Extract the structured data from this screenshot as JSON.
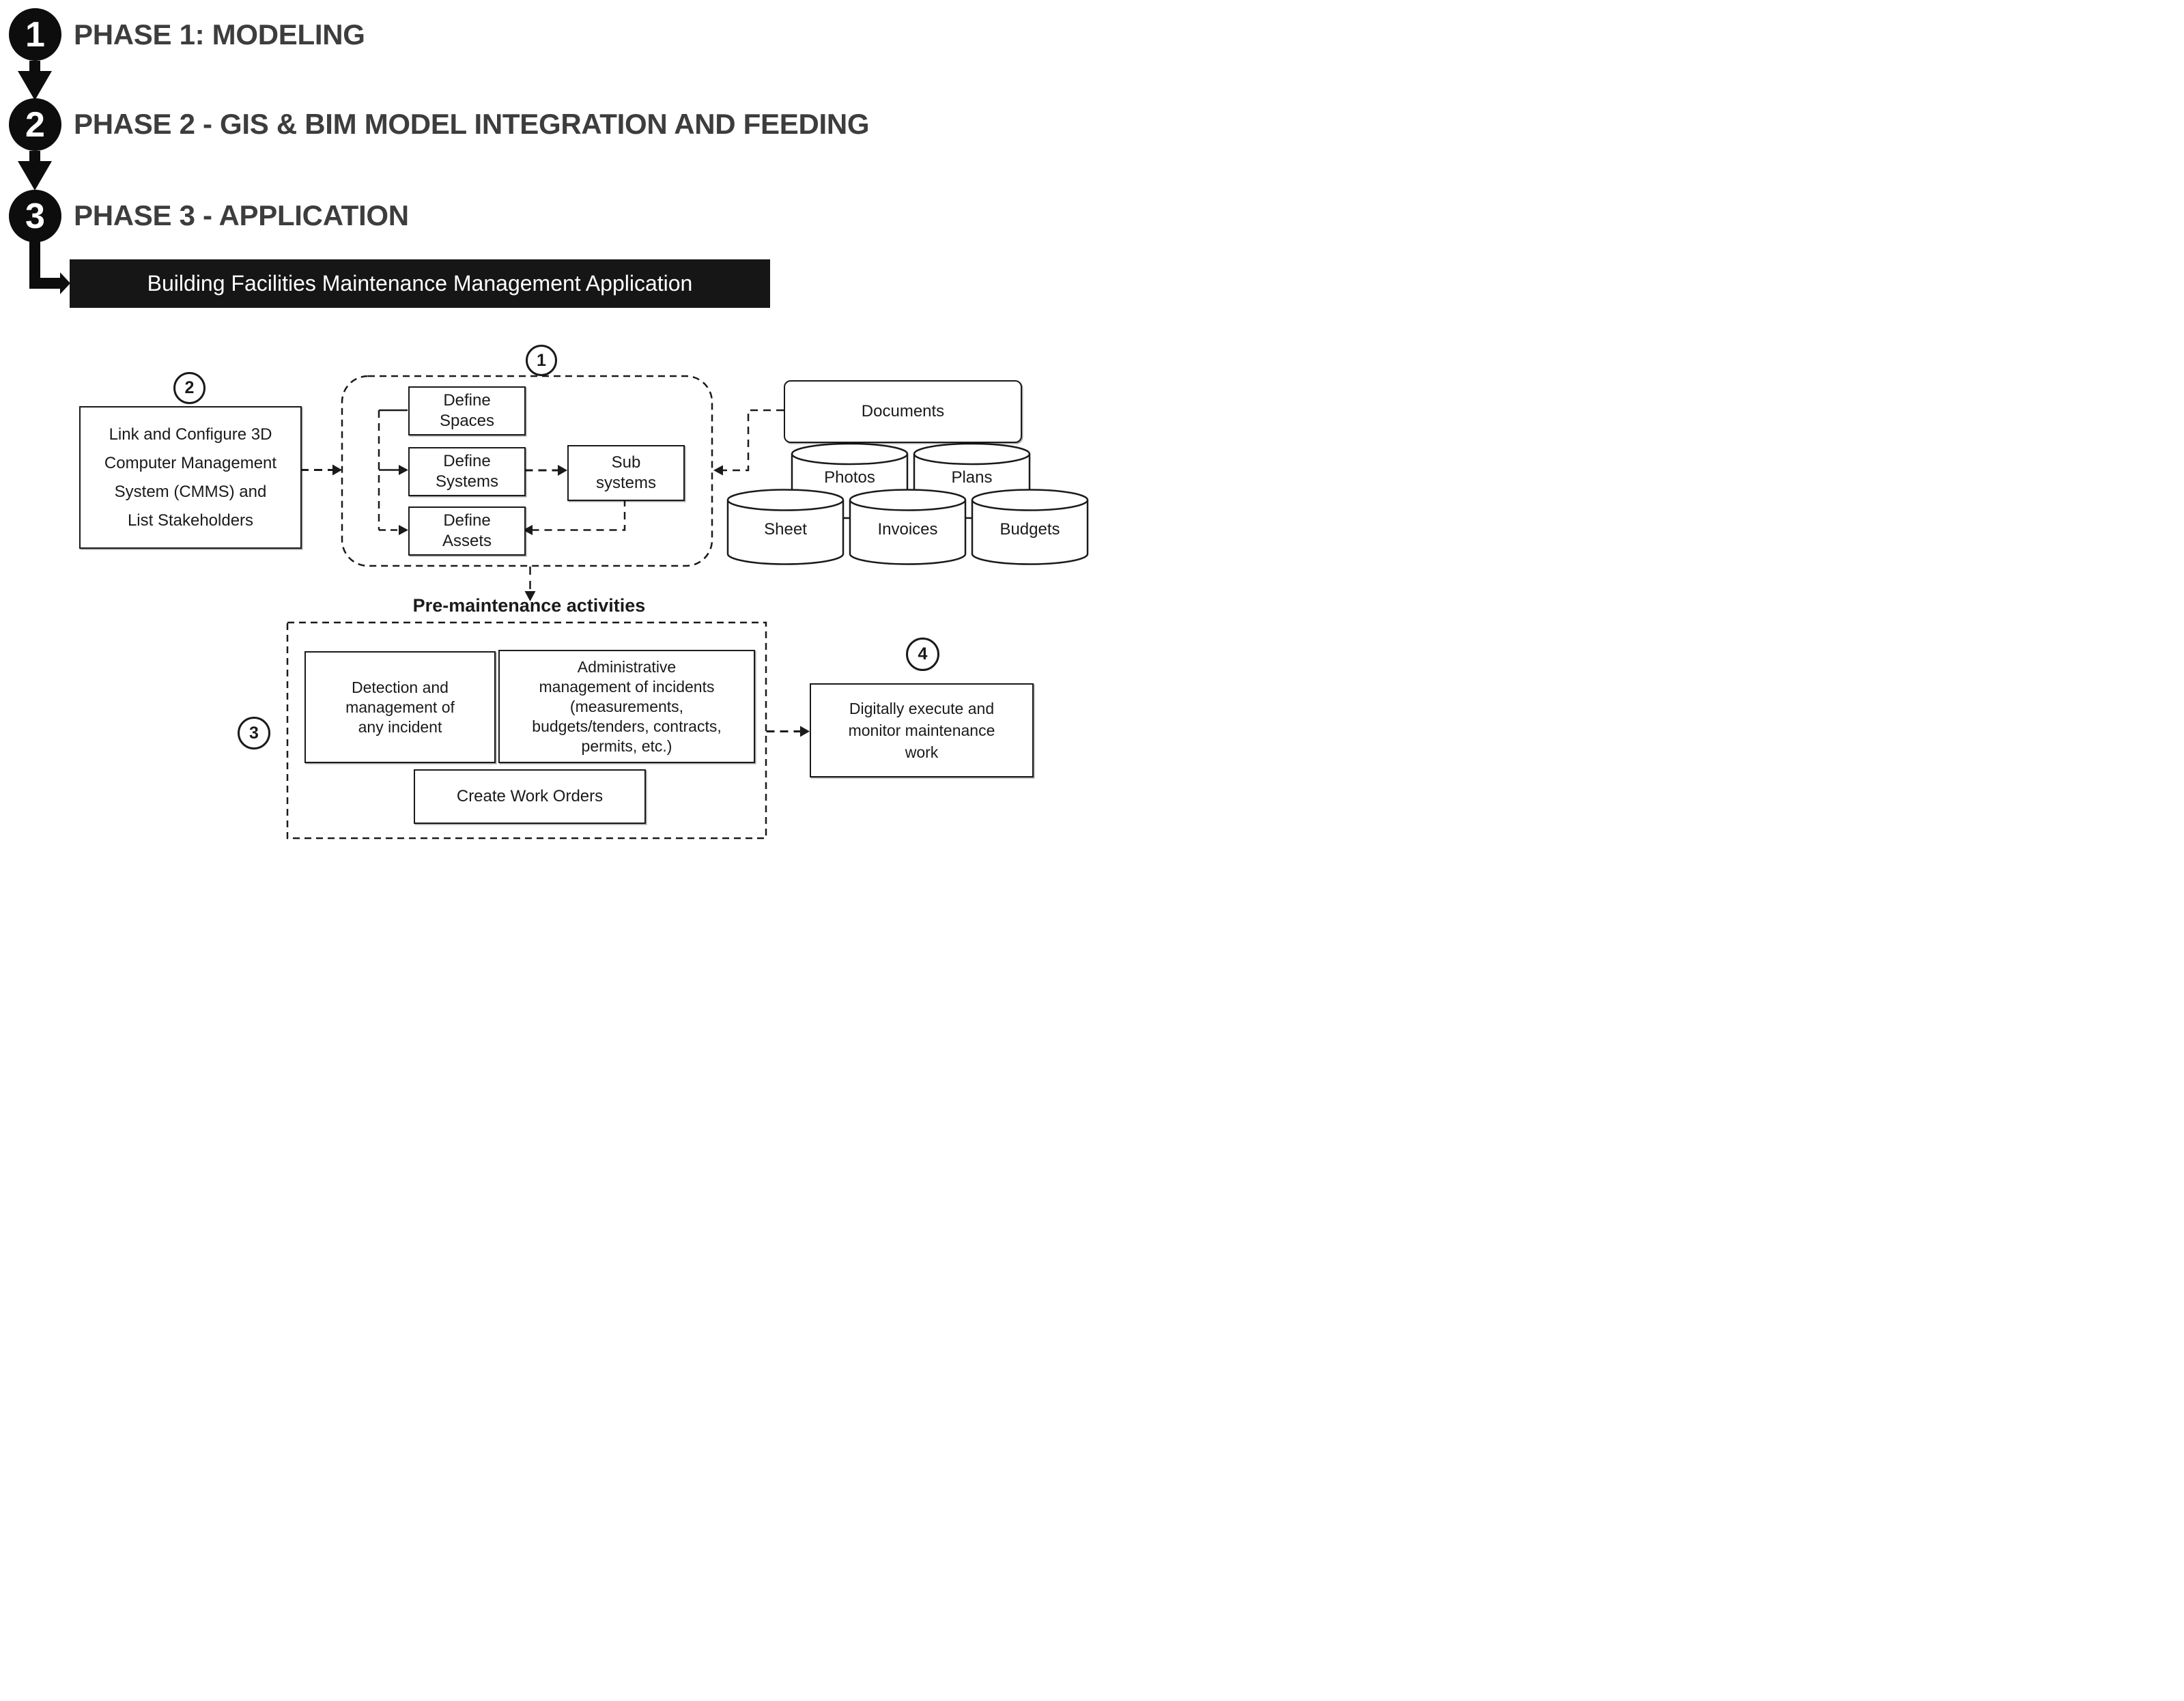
{
  "colors": {
    "ink": "#1a1a1a",
    "phase_text": "#3d3d3d",
    "banner_bg": "#161616",
    "banner_text": "#ffffff",
    "background": "#ffffff"
  },
  "phases": {
    "badge1": "1",
    "badge2": "2",
    "badge3": "3",
    "title1": "PHASE 1: MODELING",
    "title2": "PHASE 2 - GIS & BIM MODEL INTEGRATION AND FEEDING",
    "title3": "PHASE 3 - APPLICATION"
  },
  "banner": {
    "label": "Building Facilities Maintenance Management Application"
  },
  "steps": {
    "s1": "1",
    "s2": "2",
    "s3": "3",
    "s4": "4"
  },
  "boxes": {
    "cmms": "Link and Configure 3D\nComputer Management\nSystem (CMMS) and\nList Stakeholders",
    "define_spaces": "Define\nSpaces",
    "define_systems": "Define\nSystems",
    "sub_systems": "Sub\nsystems",
    "define_assets": "Define\nAssets",
    "documents": "Documents",
    "detection": "Detection and\nmanagement of\nany incident",
    "admin": "Administrative\nmanagement of incidents\n(measurements,\nbudgets/tenders, contracts,\npermits, etc.)",
    "create": "Create Work Orders",
    "execute": "Digitally execute and\nmonitor maintenance\nwork"
  },
  "labels": {
    "premaintenance": "Pre-maintenance activities"
  },
  "databases": {
    "photos": "Photos",
    "plans": "Plans",
    "sheet": "Sheet",
    "invoices": "Invoices",
    "budgets": "Budgets"
  }
}
